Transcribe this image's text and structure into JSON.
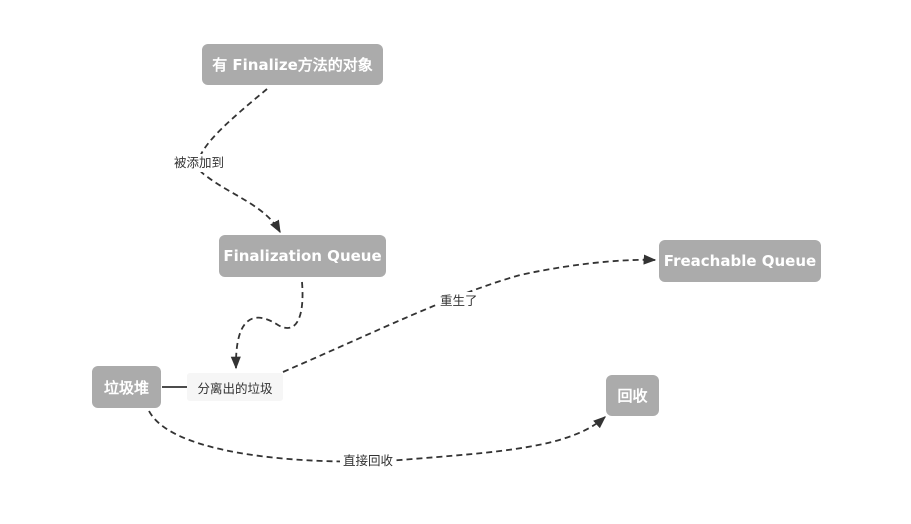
{
  "nodes": {
    "finalize_object": "有 Finalize方法的对象",
    "finalization_queue": "Finalization Queue",
    "freachable_queue": "Freachable Queue",
    "garbage_heap": "垃圾堆",
    "reclaim": "回收",
    "separated_garbage": "分离出的垃圾"
  },
  "edges": {
    "added_to": "被添加到",
    "resurrected": "重生了",
    "direct_reclaim": "直接回收"
  },
  "colors": {
    "node_fill": "#ababab",
    "node_text": "#ffffff",
    "edge": "#333333",
    "stub_fill": "#f6f6f6"
  }
}
